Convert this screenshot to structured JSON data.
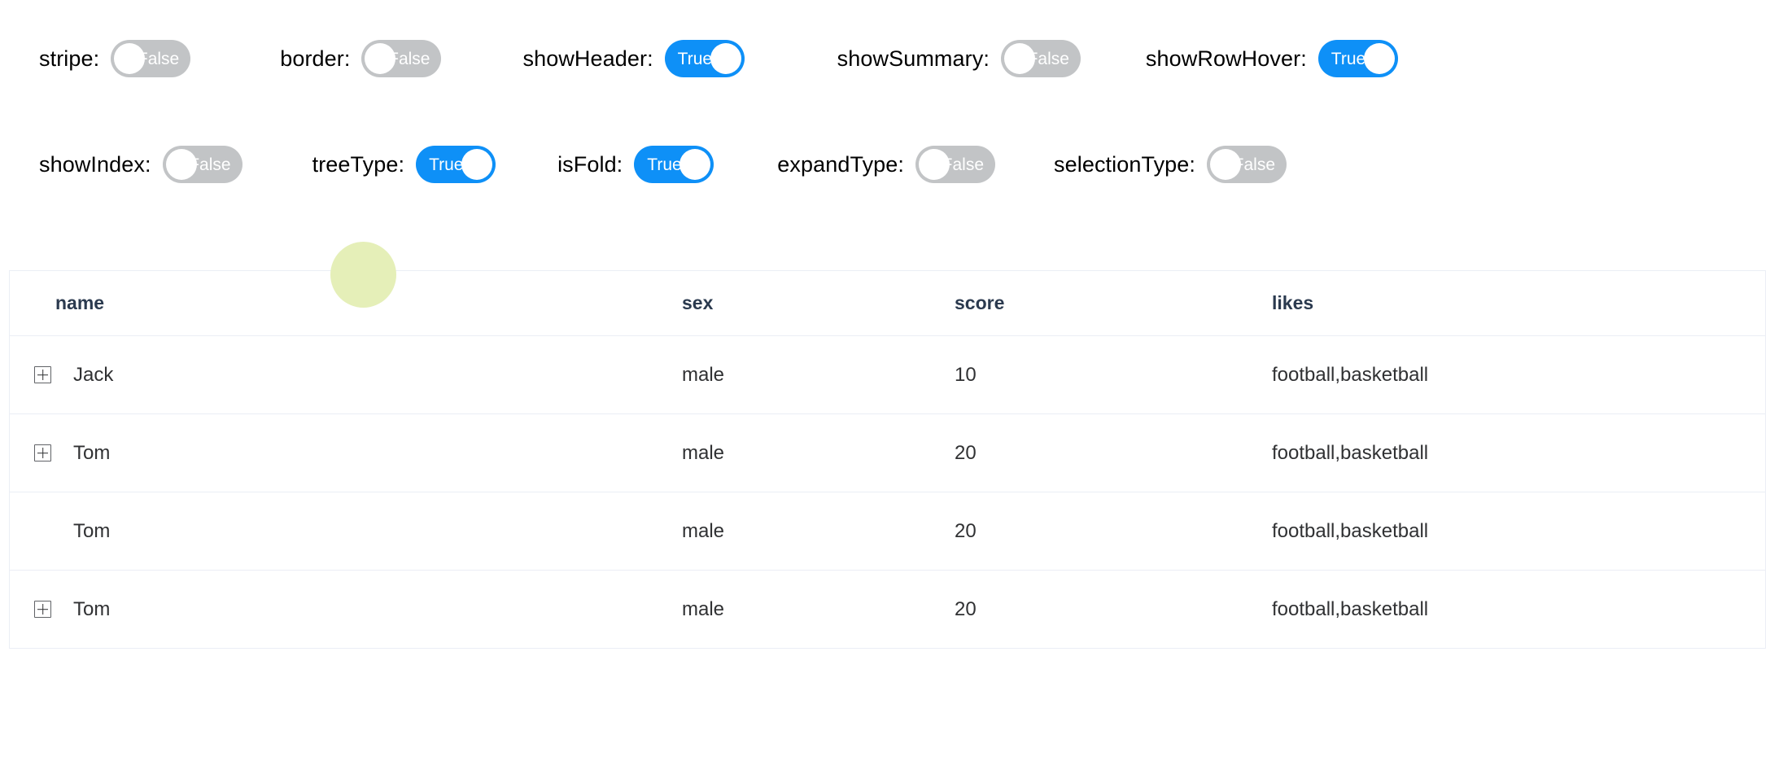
{
  "controls": {
    "row1": [
      {
        "label": "stripe:",
        "state": "False",
        "on": false,
        "name": "switch-stripe"
      },
      {
        "label": "border:",
        "state": "False",
        "on": false,
        "name": "switch-border"
      },
      {
        "label": "showHeader:",
        "state": "True",
        "on": true,
        "name": "switch-show-header"
      },
      {
        "label": "showSummary:",
        "state": "False",
        "on": false,
        "name": "switch-show-summary"
      },
      {
        "label": "showRowHover:",
        "state": "True",
        "on": true,
        "name": "switch-show-row-hover"
      }
    ],
    "row2": [
      {
        "label": "showIndex:",
        "state": "False",
        "on": false,
        "name": "switch-show-index"
      },
      {
        "label": "treeType:",
        "state": "True",
        "on": true,
        "name": "switch-tree-type"
      },
      {
        "label": "isFold:",
        "state": "True",
        "on": true,
        "name": "switch-is-fold"
      },
      {
        "label": "expandType:",
        "state": "False",
        "on": false,
        "name": "switch-expand-type"
      },
      {
        "label": "selectionType:",
        "state": "False",
        "on": false,
        "name": "switch-selection-type"
      }
    ]
  },
  "table": {
    "columns": [
      "name",
      "sex",
      "score",
      "likes"
    ],
    "rows": [
      {
        "expandable": true,
        "name": "Jack",
        "sex": "male",
        "score": "10",
        "likes": "football,basketball"
      },
      {
        "expandable": true,
        "name": "Tom",
        "sex": "male",
        "score": "20",
        "likes": "football,basketball"
      },
      {
        "expandable": false,
        "name": "Tom",
        "sex": "male",
        "score": "20",
        "likes": "football,basketball"
      },
      {
        "expandable": true,
        "name": "Tom",
        "sex": "male",
        "score": "20",
        "likes": "football,basketball"
      }
    ]
  },
  "colors": {
    "switch_on": "#0e90f7",
    "switch_off": "#c2c4c6",
    "table_border": "#ebeef5",
    "text": "#303133",
    "cursor_blob": "#e5efb8"
  },
  "overlay": {
    "cursor_highlight": "cursor-highlight-circle"
  }
}
